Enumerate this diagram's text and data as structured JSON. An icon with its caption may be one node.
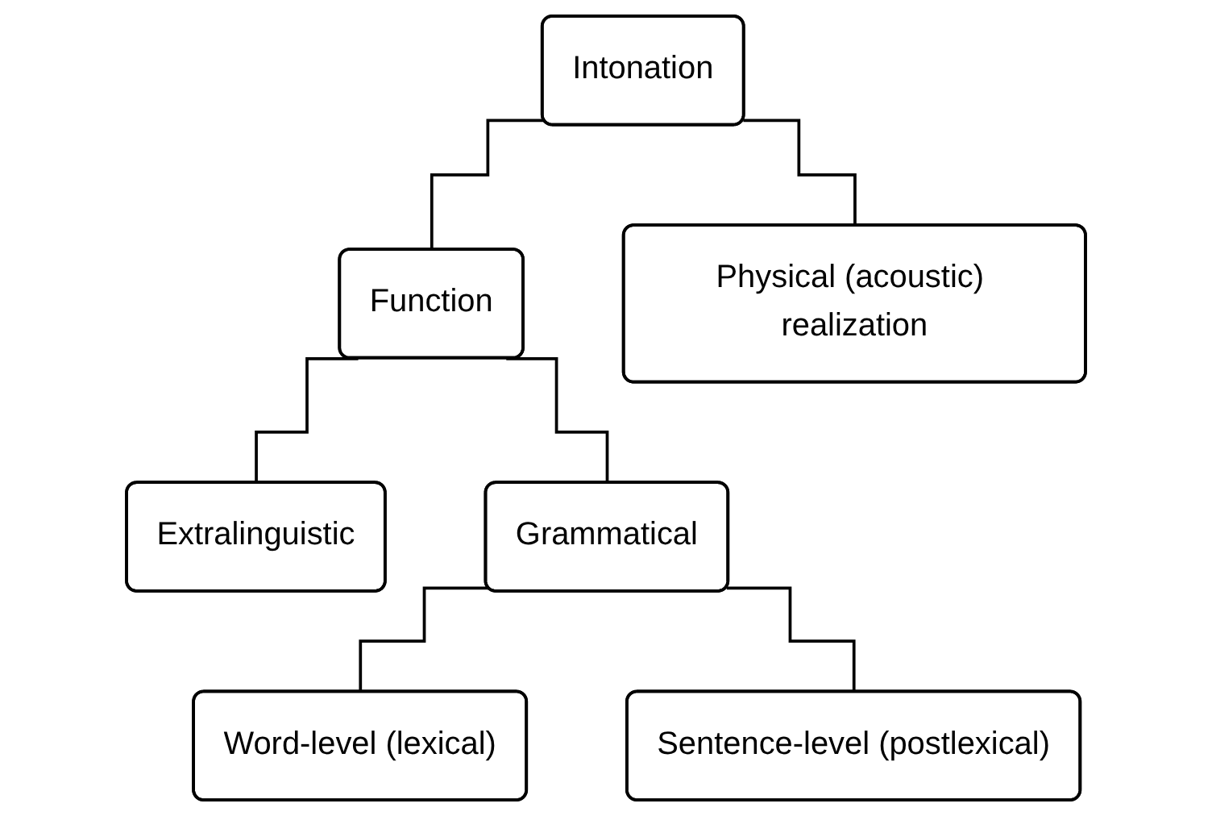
{
  "diagram": {
    "nodes": [
      {
        "text": [
          "Intonation"
        ]
      },
      {
        "text": [
          "Function"
        ]
      },
      {
        "text": [
          "Physical (acoustic) realization"
        ]
      },
      {
        "text": [
          "Extralinguistic"
        ]
      },
      {
        "text": [
          "Grammatical"
        ]
      },
      {
        "text": [
          "Word-level (lexical)"
        ]
      },
      {
        "text": [
          "Sentence-level (postlexical)"
        ]
      }
    ],
    "edges": [
      {
        "from": 0,
        "to": 1,
        "arrow": "none"
      },
      {
        "from": 0,
        "to": 2,
        "arrow": "none"
      },
      {
        "from": 1,
        "to": 3,
        "arrow": "none"
      },
      {
        "from": 1,
        "to": 4,
        "arrow": "none"
      },
      {
        "from": 4,
        "to": 5,
        "arrow": "none"
      },
      {
        "from": 4,
        "to": 6,
        "arrow": "none"
      }
    ]
  }
}
